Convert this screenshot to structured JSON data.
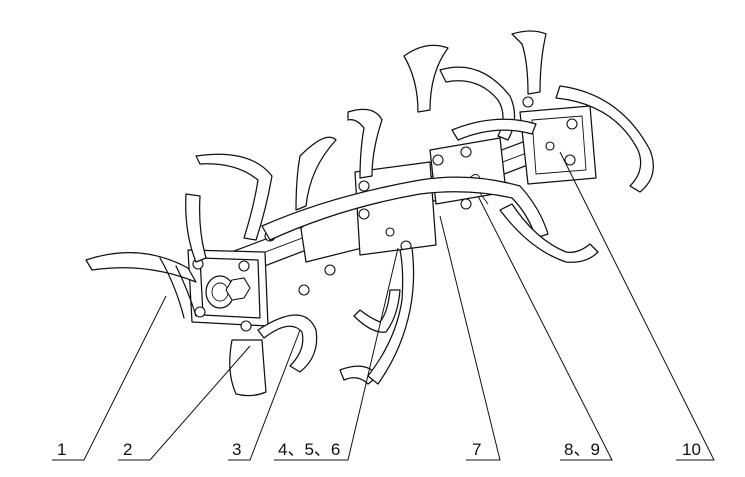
{
  "callouts": [
    {
      "id": "c1",
      "text": "1"
    },
    {
      "id": "c2",
      "text": "2"
    },
    {
      "id": "c3",
      "text": "3"
    },
    {
      "id": "c4",
      "text": "4、5、6"
    },
    {
      "id": "c7",
      "text": "7"
    },
    {
      "id": "c8",
      "text": "8、9"
    },
    {
      "id": "c10",
      "text": "10"
    }
  ]
}
